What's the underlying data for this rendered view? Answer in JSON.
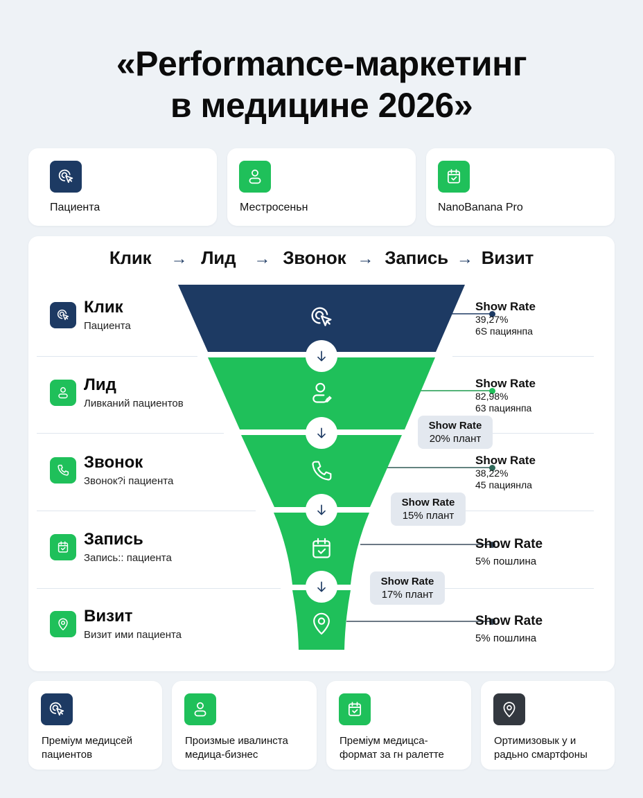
{
  "title": {
    "line1": "«Performance-маркетинг",
    "line2": "в медицине 2026»"
  },
  "top_cards": [
    {
      "icon": "cursor-click-icon",
      "color": "#1d3a63",
      "label": "Пациента"
    },
    {
      "icon": "user-icon",
      "color": "#1fc05a",
      "label": "Местросеньн"
    },
    {
      "icon": "calendar-check-icon",
      "color": "#1fc05a",
      "label": "NanoBanana Pro"
    }
  ],
  "flow": {
    "steps": [
      "Клик",
      "Лид",
      "Звонок",
      "Запись",
      "Визит"
    ],
    "arrow": "→"
  },
  "stages": [
    {
      "icon": "cursor-click-icon",
      "color": "#1d3a63",
      "title": "Клик",
      "subtitle": "Пациента"
    },
    {
      "icon": "user-icon",
      "color": "#1fc05a",
      "title": "Лид",
      "subtitle": "Ливканий пациентов"
    },
    {
      "icon": "phone-icon",
      "color": "#1fc05a",
      "title": "Звонок",
      "subtitle": "Звонок?i пациента"
    },
    {
      "icon": "calendar-check-icon",
      "color": "#1fc05a",
      "title": "Запись",
      "subtitle": "Запись:: пациента"
    },
    {
      "icon": "map-pin-icon",
      "color": "#1fc05a",
      "title": "Визит",
      "subtitle": "Визит ими пациента"
    }
  ],
  "funnel": {
    "colors": {
      "top": "#1d3a63",
      "rest": "#1fc05a",
      "connector": "#1d3a63"
    },
    "segments": [
      "Клик",
      "Лид",
      "Звонок",
      "Запись",
      "Визит"
    ]
  },
  "rates": [
    {
      "title": "Show Rate",
      "value": "39,27%",
      "detail": "6S пациянпа",
      "dot_color": "#1d3a63"
    },
    {
      "title": "Show Rate",
      "value": "82,98%",
      "detail": "63 пациянпа",
      "dot_color": "#1fc05a"
    },
    {
      "title": "Show Rate",
      "value": "38,22%",
      "detail": "45 пациянла",
      "dot_color": "#2f6a5a"
    },
    {
      "title": "Show Rate",
      "value": "5% пошлина",
      "dot_color": "#3a4a5c"
    },
    {
      "title": "Show Rate",
      "value": "5% пошлина",
      "dot_color": "#3a4a5c"
    }
  ],
  "pills": [
    {
      "title": "Show Rate",
      "value": "20% плант"
    },
    {
      "title": "Show Rate",
      "value": "15% плант"
    },
    {
      "title": "Show Rate",
      "value": "17% плант"
    }
  ],
  "bottom_cards": [
    {
      "icon": "cursor-click-icon",
      "color": "#1d3a63",
      "line1": "Премiум медицсей",
      "line2": "пациентов"
    },
    {
      "icon": "user-icon",
      "color": "#1fc05a",
      "line1": "Произмые ивалинста",
      "line2": "медица-бизнес"
    },
    {
      "icon": "calendar-check-icon",
      "color": "#1fc05a",
      "line1": "Премiум медицса-",
      "line2": "формат за гн ралетте"
    },
    {
      "icon": "map-pin-icon",
      "color": "#33383f",
      "line1": "Ортимизовык у и",
      "line2": "радьно смартфоны"
    }
  ]
}
